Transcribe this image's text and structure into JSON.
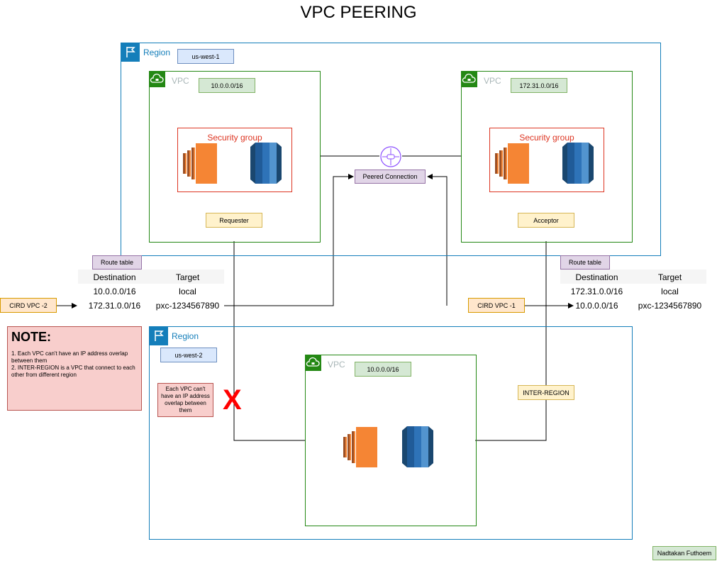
{
  "title": "VPC PEERING",
  "region_label": "Region",
  "vpc_label": "VPC",
  "security_group_label": "Security group",
  "region1": {
    "name": "us-west-1"
  },
  "region2": {
    "name": "us-west-2"
  },
  "vpc_a": {
    "cidr": "10.0.0.0/16",
    "role": "Requester"
  },
  "vpc_b": {
    "cidr": "172.31.0.0/16",
    "role": "Acceptor"
  },
  "vpc_c": {
    "cidr": "10.0.0.0/16"
  },
  "peered_connection": "Peered Connection",
  "route_table_left": {
    "label": "Route table",
    "headers": [
      "Destination",
      "Target"
    ],
    "rows": [
      [
        "10.0.0.0/16",
        "local"
      ],
      [
        "172.31.0.0/16",
        "pxc-1234567890"
      ]
    ]
  },
  "route_table_right": {
    "label": "Route table",
    "headers": [
      "Destination",
      "Target"
    ],
    "rows": [
      [
        "172.31.0.0/16",
        "local"
      ],
      [
        "10.0.0.0/16",
        "pxc-1234567890"
      ]
    ]
  },
  "cird_left": "CIRD VPC -2",
  "cird_right": "CIRD VPC -1",
  "note": {
    "title": "NOTE:",
    "line1": "1. Each VPC can't have an IP address overlap between them",
    "line2": "2. INTER-REGION is a VPC that connect to each other from different region"
  },
  "overlap_warning": "Each VPC can't have an IP address overlap between them",
  "x_mark": "X",
  "inter_region": "INTER-REGION",
  "author": "Nadtakan Futhoem",
  "colors": {
    "region": "#147EBA",
    "vpc": "#248814",
    "security_group": "#DD3522",
    "ec2": "#F58534",
    "rds": "#2E73B8",
    "x_mark": "#FF0000"
  }
}
